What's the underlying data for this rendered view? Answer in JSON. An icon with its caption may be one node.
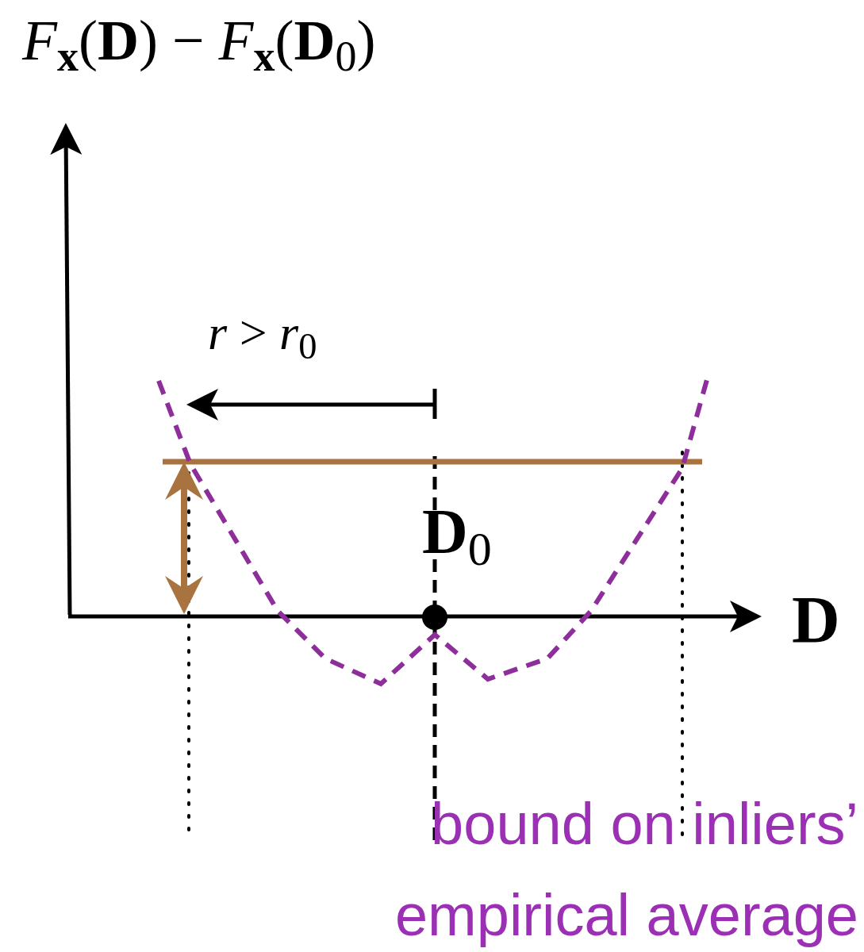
{
  "diagram": {
    "labels": [
      "*F*$_{x}$(**D**) − *F*$_{x}$(**D**$_{0}$)",
      "*r* > *r*$_{0}$",
      "**D**$_{0}$",
      "**D**",
      "bound on inliers’ empirical average"
    ]
  }
}
